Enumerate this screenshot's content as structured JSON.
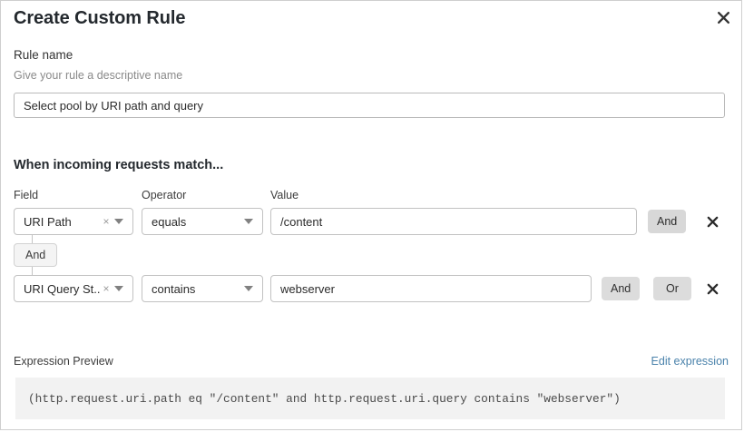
{
  "dialog": {
    "title": "Create Custom Rule",
    "close_icon": "close-icon"
  },
  "rule_name": {
    "label": "Rule name",
    "help": "Give your rule a descriptive name",
    "value": "Select pool by URI path and query",
    "placeholder": "Select pool by URI path and query"
  },
  "match_section": {
    "heading": "When incoming requests match...",
    "columns": {
      "field": "Field",
      "operator": "Operator",
      "value": "Value"
    },
    "group_connector_label": "And",
    "rows": [
      {
        "field": "URI Path",
        "operator": "equals",
        "value": "/content",
        "clear_glyph": "×",
        "logic_buttons": [
          {
            "label": "And",
            "selected": true
          }
        ],
        "delete_icon": "close-icon"
      },
      {
        "field": "URI Query St...",
        "operator": "contains",
        "value": "webserver",
        "clear_glyph": "×",
        "logic_buttons": [
          {
            "label": "And",
            "selected": false
          },
          {
            "label": "Or",
            "selected": false
          }
        ],
        "delete_icon": "close-icon"
      }
    ]
  },
  "expression_preview": {
    "label": "Expression Preview",
    "edit_link": "Edit expression",
    "expression": "(http.request.uri.path eq \"/content\" and http.request.uri.query contains \"webserver\")"
  },
  "colors": {
    "link": "#4a82ab",
    "chip_selected": "#d8d8d8",
    "chip": "#dcdcdc",
    "code_bg": "#f2f2f2",
    "border": "#c2c2c2"
  }
}
